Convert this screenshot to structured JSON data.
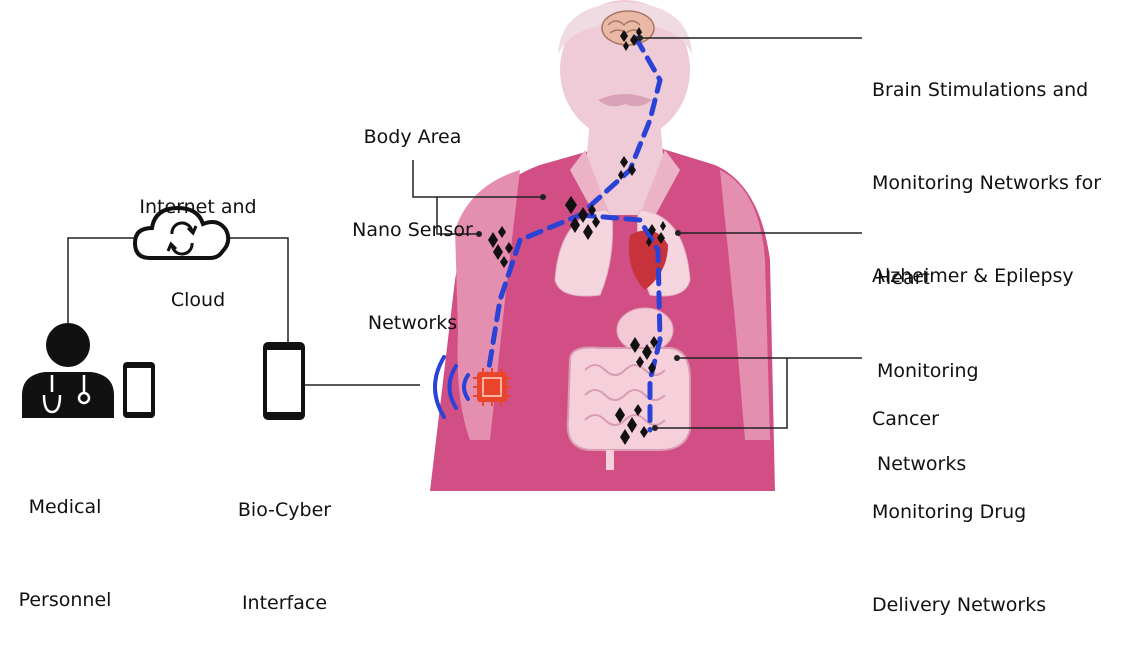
{
  "labels": {
    "internet_cloud": [
      "Internet and",
      "Cloud"
    ],
    "body_area": [
      "Body Area",
      "Nano Sensor",
      "Networks"
    ],
    "brain": [
      "Brain Stimulations and",
      "Monitoring Networks for",
      "Alzheimer & Epilepsy"
    ],
    "heart": [
      "Heart",
      "Monitoring",
      "Networks"
    ],
    "cancer": [
      "Cancer",
      "Monitoring Drug",
      "Delivery Networks"
    ],
    "medical": [
      "Medical",
      "Personnel"
    ],
    "bio_cyber": [
      "Bio-Cyber",
      "Interface"
    ]
  },
  "colors": {
    "body_pink": "#d24f86",
    "body_light": "#ecb3c7",
    "skin": "#eecbd6",
    "path_blue": "#2a43d6",
    "chip_red": "#e8452b",
    "organ_pink": "#f5d6df",
    "heart_red": "#c8323b"
  },
  "icons": {
    "cloud": "cloud-sync-icon",
    "doctor": "doctor-icon",
    "phone": "smartphone-icon",
    "tablet": "tablet-icon",
    "brain": "brain-icon",
    "chip": "chip-icon",
    "signal": "wireless-signal-icon"
  }
}
